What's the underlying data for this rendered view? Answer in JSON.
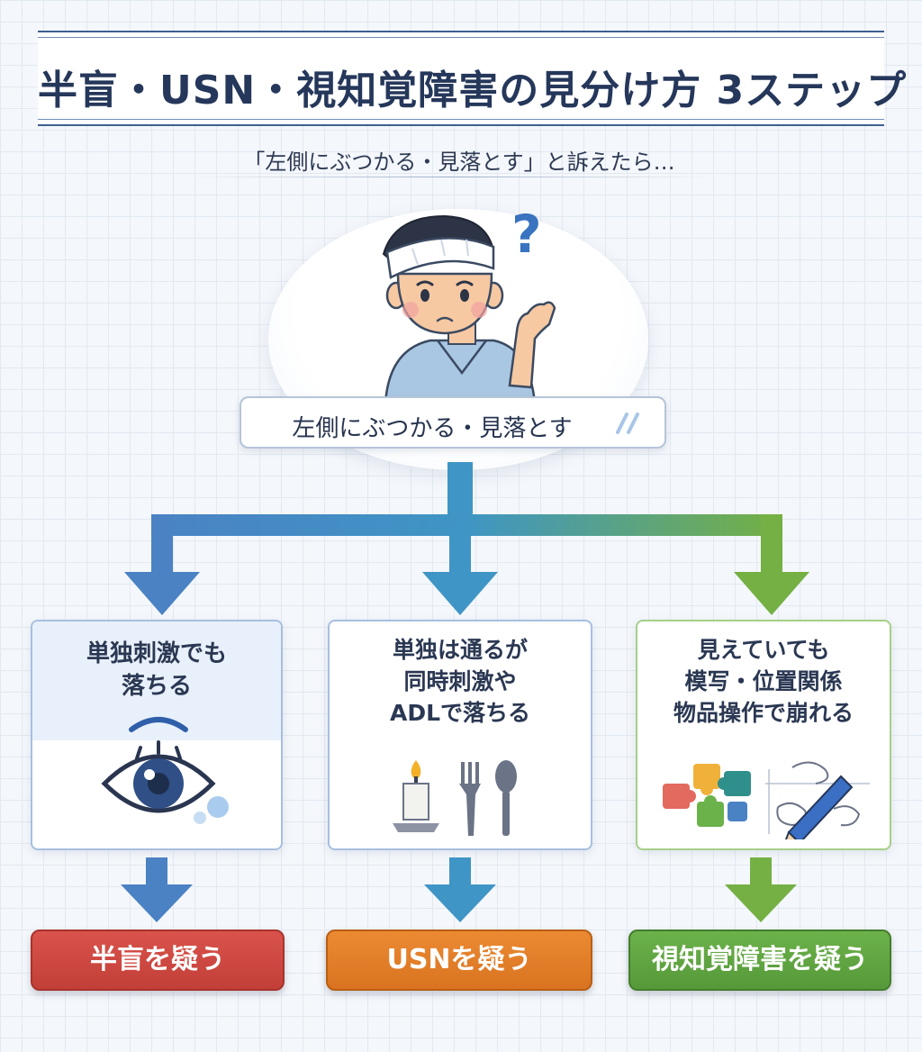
{
  "title": "半盲・USN・視知覚障害の見分け方 3ステップ",
  "subtitle": "「左側にぶつかる・見落とす」と訴えたら…",
  "symptom": "左側にぶつかる・見落とす",
  "question_mark": "?",
  "cards": [
    {
      "lines": [
        "単独刺激でも",
        "落ちる"
      ],
      "icon": "eye-icon"
    },
    {
      "lines": [
        "単独は通るが",
        "同時刺激や",
        "ADLで落ちる"
      ],
      "icon": "candle-and-cutlery-icon"
    },
    {
      "lines": [
        "見えていても",
        "模写・位置関係",
        "物品操作で崩れる"
      ],
      "icon": "puzzle-and-pencil-icon"
    }
  ],
  "results": [
    "半盲を疑う",
    "USNを疑う",
    "視知覚障害を疑う"
  ],
  "colors": {
    "blue": "#4a82c4",
    "teal": "#3f95c5",
    "green": "#74b043",
    "red": "#c9443d",
    "orange": "#e07e28",
    "title": "#25375a"
  }
}
